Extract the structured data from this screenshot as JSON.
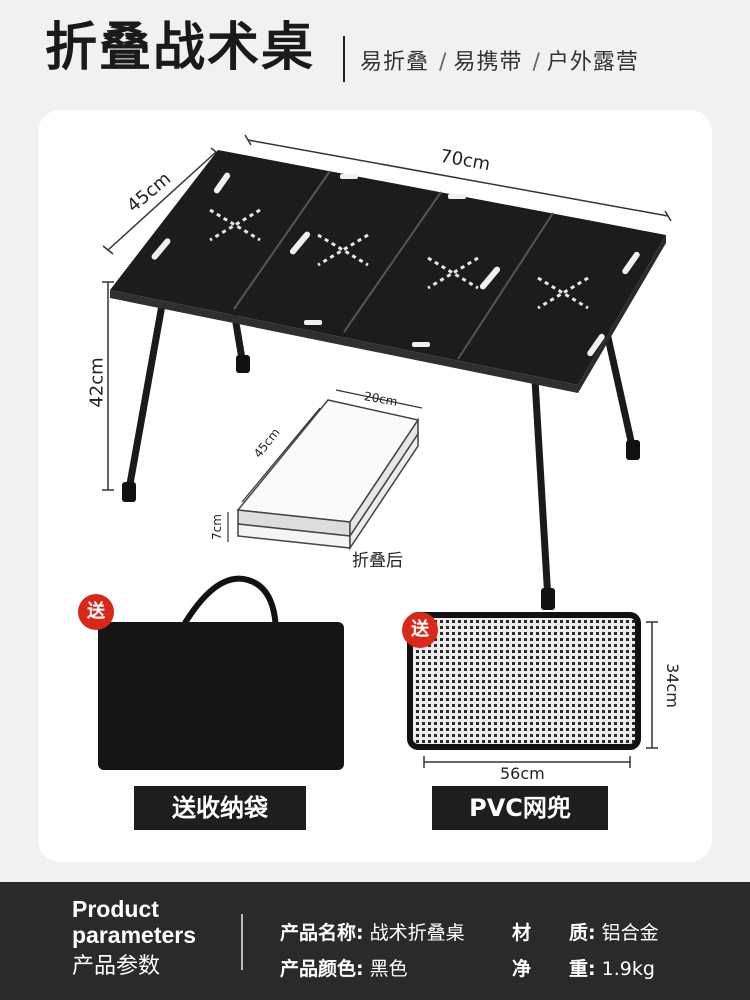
{
  "header": {
    "title": "折叠战术桌",
    "tags": [
      "易折叠",
      "易携带",
      "户外露营"
    ]
  },
  "product_image": {
    "dims": {
      "width": "70cm",
      "depth": "45cm",
      "height": "42cm"
    },
    "folded": {
      "width": "20cm",
      "depth": "45cm",
      "height": "7cm",
      "caption": "折叠后"
    },
    "gifts": [
      {
        "badge": "送",
        "label": "送收纳袋"
      },
      {
        "badge": "送",
        "label": "PVC网兜",
        "width": "56cm",
        "height": "34cm"
      }
    ]
  },
  "footer": {
    "title_en_line1": "Product",
    "title_en_line2": "parameters",
    "title_cn": "产品参数",
    "params": [
      {
        "key": "产品名称:",
        "value": "战术折叠桌"
      },
      {
        "key": "材　　质:",
        "value": "铝合金"
      },
      {
        "key": "产品颜色:",
        "value": "黑色"
      },
      {
        "key": "净　　重:",
        "value": "1.9kg"
      }
    ]
  },
  "colors": {
    "accent": "#d8281a",
    "dark": "#1e1e1e",
    "footer_bg": "#2a2a2a"
  }
}
